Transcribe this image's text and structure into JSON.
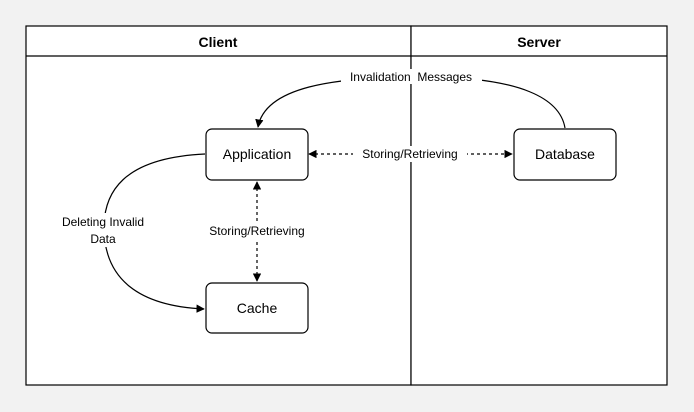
{
  "diagram": {
    "lanes": {
      "client": "Client",
      "server": "Server"
    },
    "nodes": {
      "application": "Application",
      "cache": "Cache",
      "database": "Database"
    },
    "edges": {
      "invalidation": "Invalidation  Messages",
      "app_db": "Storing/Retrieving",
      "app_cache": "Storing/Retrieving",
      "deleting_line1": "Deleting Invalid",
      "deleting_line2": "Data"
    }
  }
}
